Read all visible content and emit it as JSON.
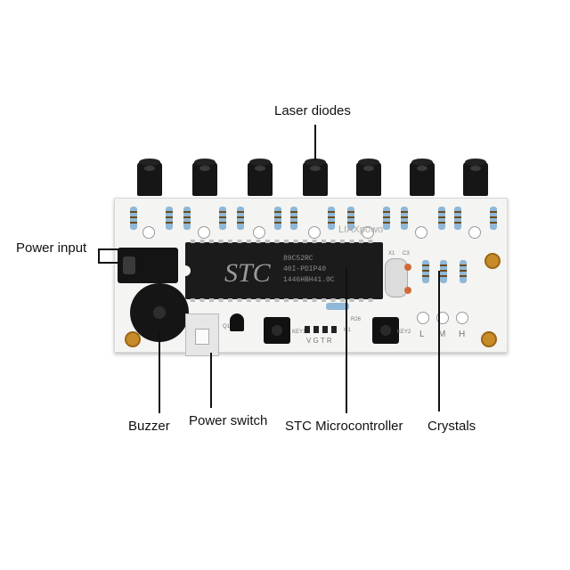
{
  "labels": {
    "laser_diodes": "Laser diodes",
    "power_input": "Power input",
    "buzzer": "Buzzer",
    "power_switch": "Power switch",
    "stc_microcontroller": "STC Microcontroller",
    "crystals": "Crystals"
  },
  "board": {
    "chip_logo": "STC",
    "chip_line1": "89C52RC",
    "chip_line2": "40I-PDIP40",
    "chip_line3": "1446HBH41.0C",
    "mode_labels": [
      "L",
      "M",
      "H"
    ],
    "header_label": "V G T R",
    "watermark": "LIAXpowo",
    "key1": "KEY1",
    "key2": "KEY2",
    "r26": "R26",
    "q1": "Q1",
    "x1": "X1",
    "c3": "C3",
    "h1": "H1"
  },
  "colors": {
    "board": "#f4f4f2",
    "leader": "#111111",
    "screw": "#c88b2a",
    "resistor": "#8fb7d6"
  }
}
